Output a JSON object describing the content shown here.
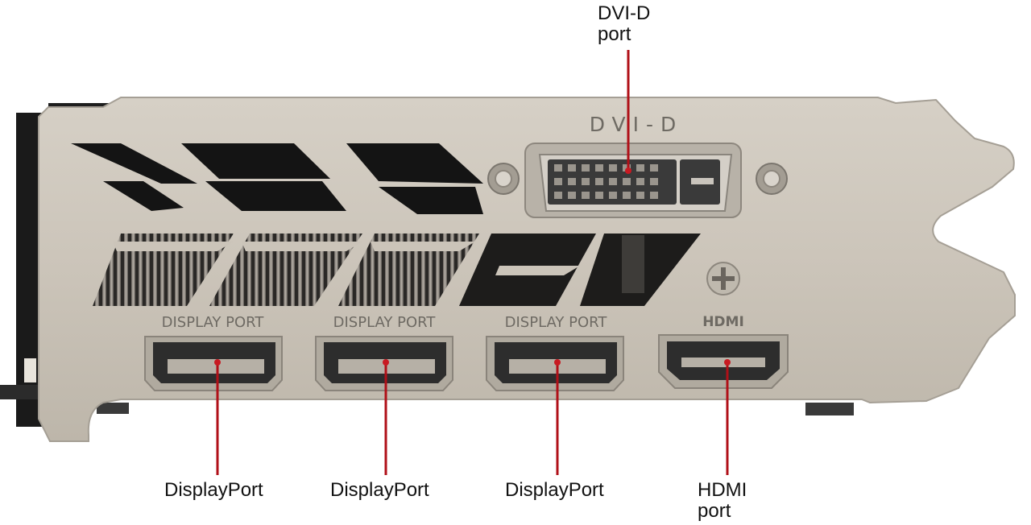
{
  "bracket_labels": {
    "dvi": "DVI-D",
    "dp1": "DISPLAY PORT",
    "dp2": "DISPLAY PORT",
    "dp3": "DISPLAY PORT",
    "hdmi": "HDMI"
  },
  "callouts": {
    "dvi_line1": "DVI-D",
    "dvi_line2": "port",
    "dp1": "DisplayPort",
    "dp2": "DisplayPort",
    "dp3": "DisplayPort",
    "hdmi_line1": "HDMI",
    "hdmi_line2": "port"
  },
  "colors": {
    "bracket": "#cbc4b9",
    "bracket_edge": "#a59f95",
    "vent": "#141414",
    "leader_line": "#b01018",
    "leader_dot": "#c81a22"
  }
}
